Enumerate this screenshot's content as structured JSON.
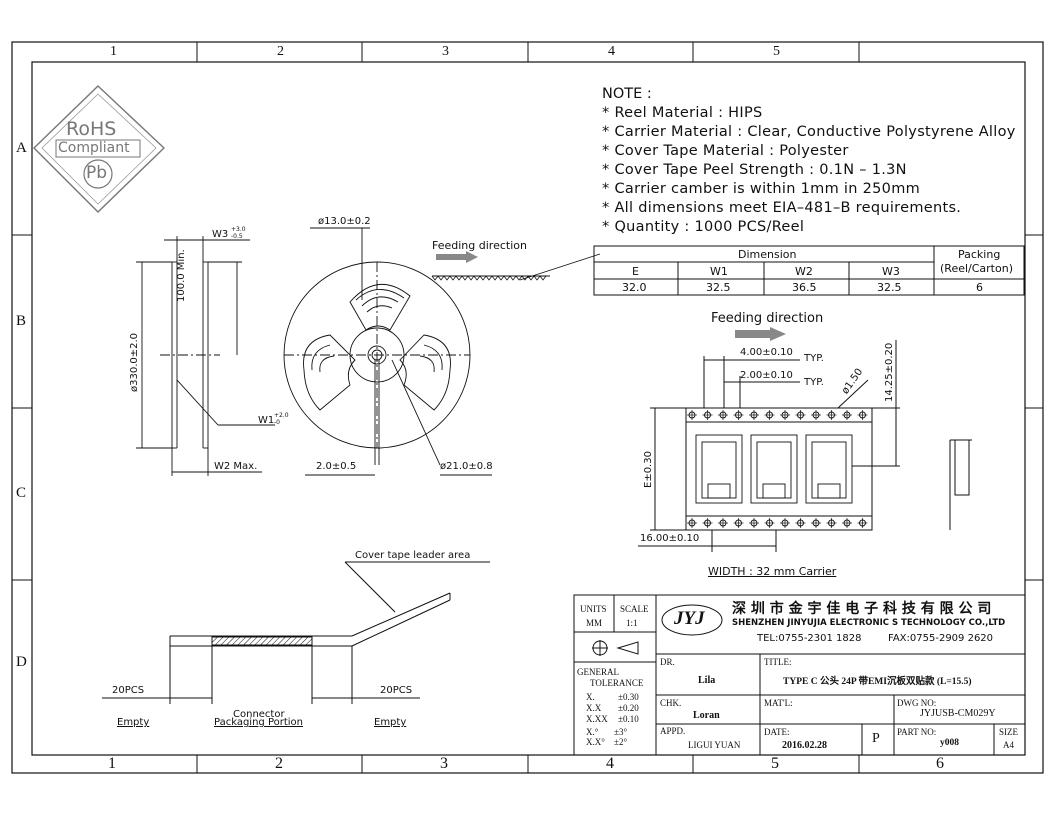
{
  "frame": {
    "cols": [
      "1",
      "2",
      "3",
      "4",
      "5",
      "6"
    ],
    "rows": [
      "A",
      "B",
      "C",
      "D"
    ]
  },
  "rohs": {
    "top": "RoHS",
    "middle": "Compliant",
    "bottom": "Pb"
  },
  "note": {
    "heading": "NOTE :",
    "lines": [
      "* Reel Material : HIPS",
      "* Carrier Material : Clear, Conductive Polystyrene Alloy",
      "* Cover Tape Material : Polyester",
      "* Cover Tape Peel Strength :  0.1N – 1.3N",
      "* Carrier camber is within 1mm in 250mm",
      "* All dimensions meet EIA–481–B requirements.",
      "* Quantity : 1000 PCS/Reel"
    ]
  },
  "dim_table": {
    "group_header": "Dimension",
    "packing_header": "Packing",
    "packing_sub": "(Reel/Carton)",
    "columns": [
      "E",
      "W1",
      "W2",
      "W3"
    ],
    "values": [
      "32.0",
      "32.5",
      "36.5",
      "32.5",
      "6"
    ]
  },
  "reel_side": {
    "w3": "W3",
    "w3_tol_top": "+3.0",
    "w3_tol_bot": "-0.5",
    "min_len": "100.0 Min.",
    "dia": "ø330.0±2.0",
    "w1": "W1",
    "w1_tol_top": "+2.0",
    "w1_tol_bot": "-0",
    "w2": "W2 Max."
  },
  "reel_front": {
    "hub_dia": "ø13.0±0.2",
    "slot": "2.0±0.5",
    "inner_dia": "ø21.0±0.8",
    "feed_label": "Feeding direction"
  },
  "carrier": {
    "feed_label": "Feeding direction",
    "pitch": "4.00±0.10",
    "pitch_typ": "TYP.",
    "half_pitch": "2.00±0.10",
    "half_pitch_typ": "TYP.",
    "hole": "ø1.50",
    "f": "14.25±0.20",
    "e": "E±0.30",
    "p": "16.00±0.10",
    "width_label": "WIDTH : 32 mm Carrier"
  },
  "leader": {
    "cover_label": "Cover tape leader area",
    "left_count": "20PCS",
    "right_count": "20PCS",
    "left_label": "Empty",
    "center_label_1": "Connector",
    "center_label_2": "Packaging Portion",
    "right_label": "Empty"
  },
  "title_block": {
    "units_label": "UNITS",
    "units_value": "MM",
    "scale_label": "SCALE",
    "scale_value": "1:1",
    "logo": "JYJ",
    "company_cn": "深 圳 市 金 宇 佳 电 子 科 技 有 限 公 司",
    "company_en": "SHENZHEN JINYUJIA ELECTRONIC S TECHNOLOGY CO.,LTD",
    "tel": "TEL:0755-2301 1828",
    "fax": "FAX:0755-2909 2620",
    "tol_title_1": "GENERAL",
    "tol_title_2": "TOLERANCE",
    "tol_rows": [
      [
        "X.",
        "±0.30"
      ],
      [
        "X.X",
        "±0.20"
      ],
      [
        "X.XX",
        "±0.10"
      ],
      [
        "X.°",
        "±3°"
      ],
      [
        "X.X°",
        "±2°"
      ]
    ],
    "dr_label": "DR.",
    "dr_value": "Lila",
    "chk_label": "CHK.",
    "chk_value": "Loran",
    "appd_label": "APPD.",
    "appd_value": "LIGUI YUAN",
    "title_label": "TITLE:",
    "title_value": "TYPE C 公头 24P 带EMI沉板双贴款 (L=15.5)",
    "matl_label": "MAT'L:",
    "dwg_label": "DWG NO:",
    "dwg_value": "JYJUSB-CM029Y",
    "date_label": "DATE:",
    "date_value": "2016.02.28",
    "p_mark": "P",
    "partno_label": "PART NO:",
    "partno_value": "y008",
    "size_label": "SIZE",
    "size_value": "A4"
  }
}
